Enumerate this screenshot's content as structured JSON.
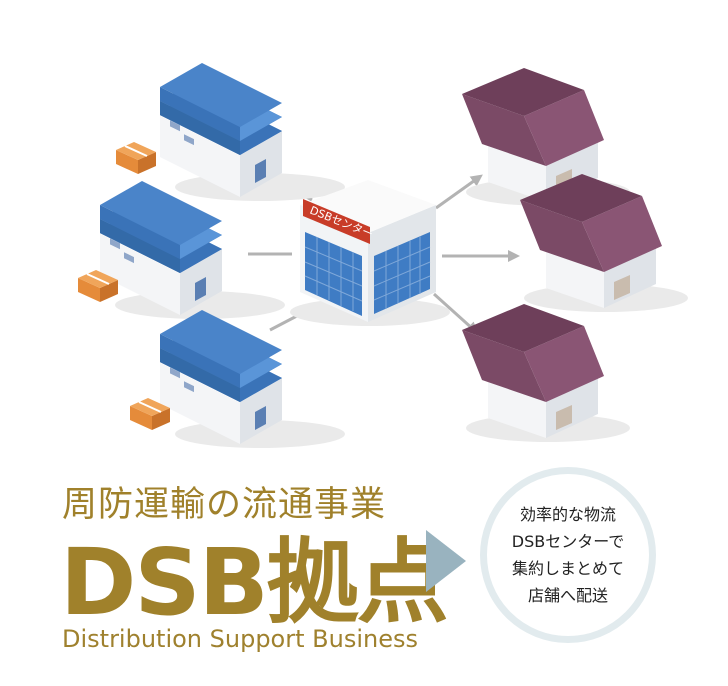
{
  "illustration": {
    "center_sign": "DSBセンター",
    "sign_color": "#c83c28",
    "warehouse_roof_color": "#4a84c9",
    "store_roof_color": "#7b4a66",
    "box_color": "#e58b3a",
    "arrow_color": "#b3b3b3",
    "facade_color": "#3f7cc4"
  },
  "title": {
    "subtitle": "周防運輸の流通事業",
    "main": "DSB拠点",
    "english": "Distribution Support Business",
    "color": "#a0812b"
  },
  "flow_arrow_color": "#99b3bf",
  "description": {
    "lines": [
      "効率的な物流",
      "DSBセンターで",
      "集約しまとめて",
      "店舗へ配送"
    ]
  }
}
